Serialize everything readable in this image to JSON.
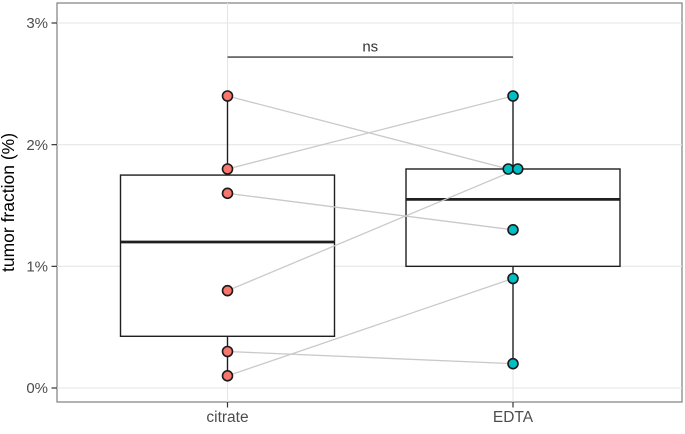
{
  "chart_data": {
    "type": "boxplot",
    "title": "",
    "xlabel": "",
    "ylabel": "tumor fraction (%)",
    "categories": [
      "citrate",
      "EDTA"
    ],
    "y_ticks": [
      {
        "value": 0,
        "label": "0%"
      },
      {
        "value": 1,
        "label": "1%"
      },
      {
        "value": 2,
        "label": "2%"
      },
      {
        "value": 3,
        "label": "3%"
      }
    ],
    "ylim": [
      -0.12,
      3.16
    ],
    "grid": "major-only",
    "legend": "none",
    "series": [
      {
        "name": "citrate",
        "point_color": "#F8766D",
        "values": [
          2.4,
          1.8,
          1.6,
          0.8,
          0.3,
          0.1
        ],
        "box": {
          "whisker_low": 0.1,
          "q1": 0.425,
          "median": 1.2,
          "q3": 1.75,
          "whisker_high": 2.4
        }
      },
      {
        "name": "EDTA",
        "point_color": "#00BFC4",
        "values": [
          2.4,
          1.8,
          1.8,
          1.3,
          0.9,
          0.2
        ],
        "box": {
          "whisker_low": 0.2,
          "q1": 1.0,
          "median": 1.55,
          "q3": 1.8,
          "whisker_high": 2.4
        }
      }
    ],
    "paired_values": [
      [
        2.4,
        1.8
      ],
      [
        1.8,
        2.4
      ],
      [
        1.6,
        1.3
      ],
      [
        0.8,
        1.8
      ],
      [
        0.3,
        0.2
      ],
      [
        0.1,
        0.9
      ]
    ],
    "significance": {
      "label": "ns",
      "y_value": 2.72,
      "from": "citrate",
      "to": "EDTA"
    },
    "colors": {
      "background": "#ffffff",
      "box_fill": "#ffffff",
      "box_stroke": "#1f1f1f",
      "median_stroke": "#1f1f1f",
      "whisker_stroke": "#1f1f1f",
      "point_stroke": "#1a1a1a",
      "pair_line": "#c9c9c9",
      "grid": "#e6e6e6",
      "panel_border": "#7f7f7f",
      "tick_mark": "#333333",
      "tick_text": "#4d4d4d",
      "axis_title": "#000000",
      "signif_line": "#3c3c3c",
      "signif_text": "#333333"
    }
  }
}
